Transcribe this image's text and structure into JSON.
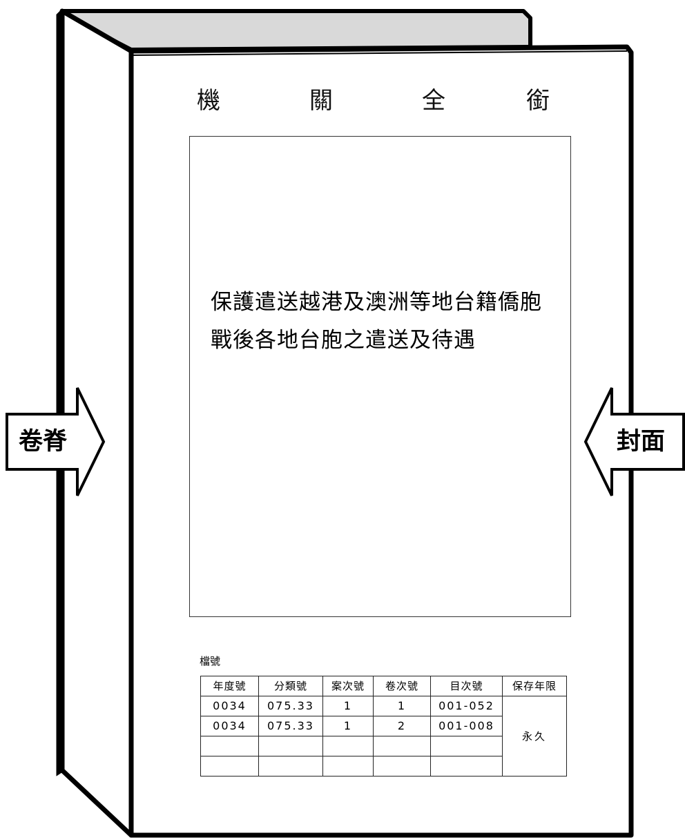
{
  "agency_header": [
    "機",
    "關",
    "全",
    "銜"
  ],
  "title_lines": [
    "保護遣送越港及澳洲等地台籍僑胞",
    "戰後各地台胞之遣送及待遇"
  ],
  "labels": {
    "spine": "卷脊",
    "cover": "封面"
  },
  "file_number_label": "檔號",
  "catalog_table": {
    "headers": [
      "年度號",
      "分類號",
      "案次號",
      "卷次號",
      "目次號",
      "保存年限"
    ],
    "rows": [
      [
        "0034",
        "075.33",
        "1",
        "1",
        "001-052"
      ],
      [
        "0034",
        "075.33",
        "1",
        "2",
        "001-008"
      ],
      [
        "",
        "",
        "",
        "",
        ""
      ],
      [
        "",
        "",
        "",
        "",
        ""
      ]
    ],
    "retention": "永久"
  }
}
